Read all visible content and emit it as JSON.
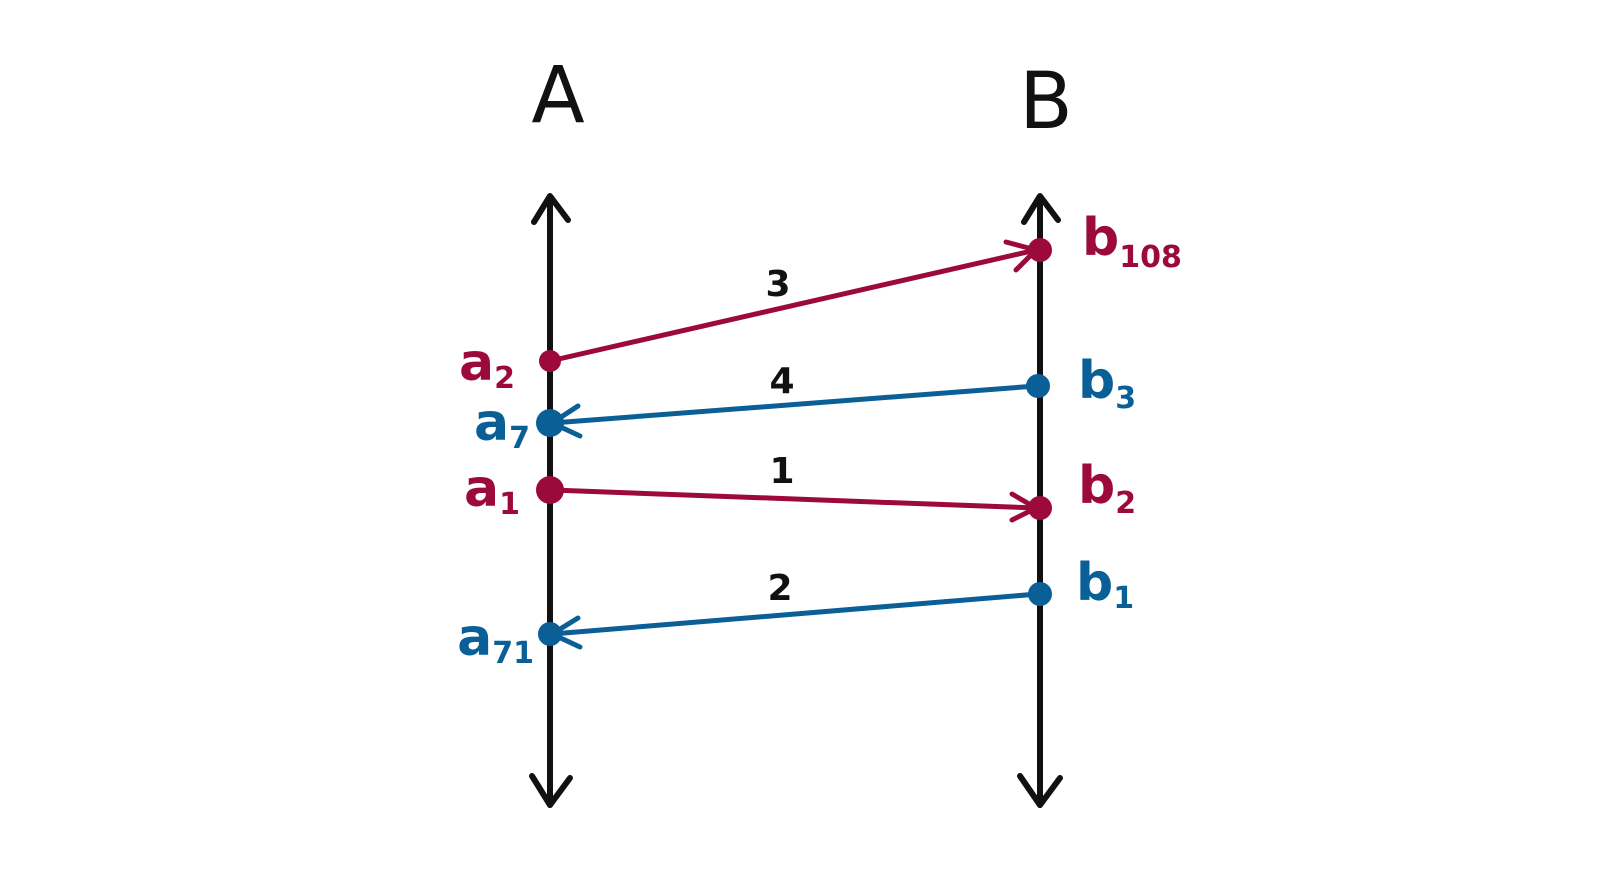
{
  "colors": {
    "ink": "#111111",
    "red": "#9c0a3c",
    "blue": "#0a5f97"
  },
  "processes": {
    "a": {
      "label": "A"
    },
    "b": {
      "label": "B"
    }
  },
  "events": {
    "a2": {
      "base": "a",
      "sub": "2"
    },
    "a7": {
      "base": "a",
      "sub": "7"
    },
    "a1": {
      "base": "a",
      "sub": "1"
    },
    "a71": {
      "base": "a",
      "sub": "71"
    },
    "b108": {
      "base": "b",
      "sub": "108"
    },
    "b3": {
      "base": "b",
      "sub": "3"
    },
    "b2": {
      "base": "b",
      "sub": "2"
    },
    "b1": {
      "base": "b",
      "sub": "1"
    }
  },
  "messages": {
    "m1": {
      "label": "1",
      "from": "a1",
      "to": "b2"
    },
    "m2": {
      "label": "2",
      "from": "b1",
      "to": "a71"
    },
    "m3": {
      "label": "3",
      "from": "a2",
      "to": "b108"
    },
    "m4": {
      "label": "4",
      "from": "b3",
      "to": "a7"
    }
  }
}
